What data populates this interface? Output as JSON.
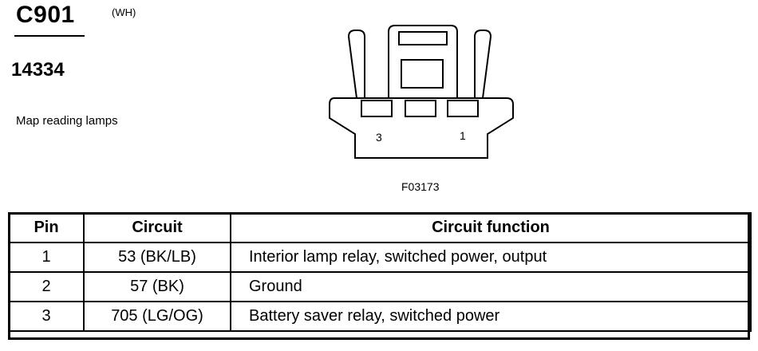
{
  "header": {
    "connector_id": "C901",
    "color_code": "(WH)",
    "part_number": "14334",
    "description": "Map reading lamps"
  },
  "diagram": {
    "pin_labels": [
      "3",
      "1"
    ],
    "figure_id": "F03173"
  },
  "table": {
    "headers": [
      "Pin",
      "Circuit",
      "Circuit function"
    ],
    "rows": [
      {
        "pin": "1",
        "circuit": "53 (BK/LB)",
        "function": "Interior lamp relay, switched power, output"
      },
      {
        "pin": "2",
        "circuit": "57 (BK)",
        "function": "Ground"
      },
      {
        "pin": "3",
        "circuit": "705 (LG/OG)",
        "function": "Battery saver relay, switched power"
      }
    ]
  }
}
